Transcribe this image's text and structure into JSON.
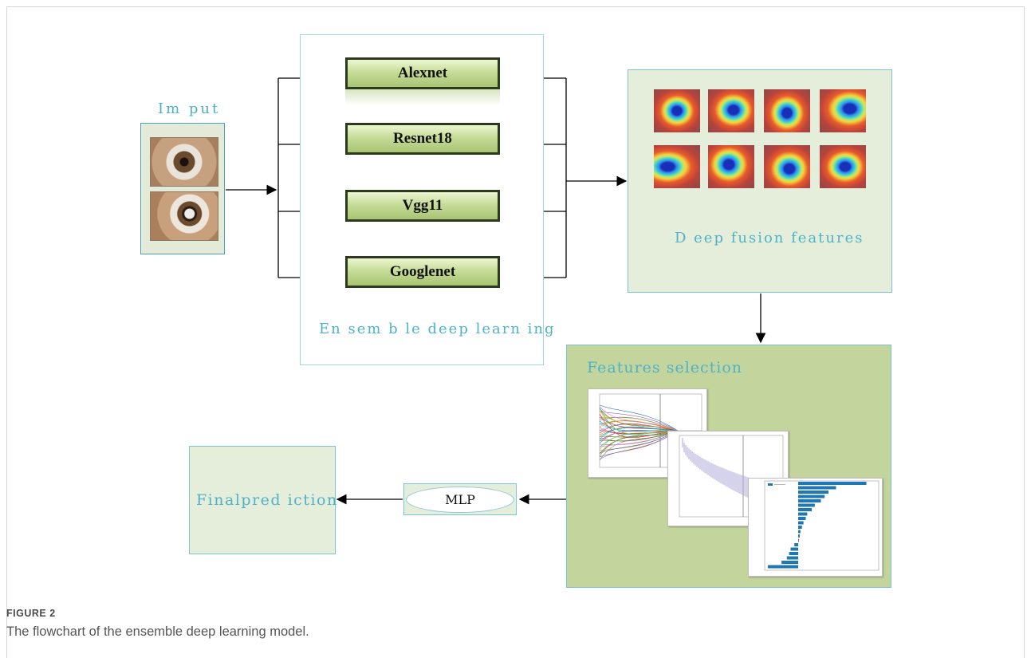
{
  "input": {
    "label": "Im put"
  },
  "ensemble": {
    "label": "En sem b le deep  learn ing",
    "models": [
      "Alexnet",
      "Resnet18",
      "Vgg11",
      "Googlenet"
    ]
  },
  "fusion": {
    "label": "D eep  fusion  features"
  },
  "selection": {
    "label": "Features selection"
  },
  "mlp": {
    "label": "MLP"
  },
  "prediction": {
    "label": "Finalpred iction"
  },
  "caption": {
    "figure_label": "FIGURE 2",
    "text": "The flowchart of the ensemble deep learning model."
  },
  "colors": {
    "accent_text": "#4fb3c8",
    "box_light": "#e5eddb",
    "box_dark": "#c4d49d",
    "border": "#7cc4d2"
  }
}
